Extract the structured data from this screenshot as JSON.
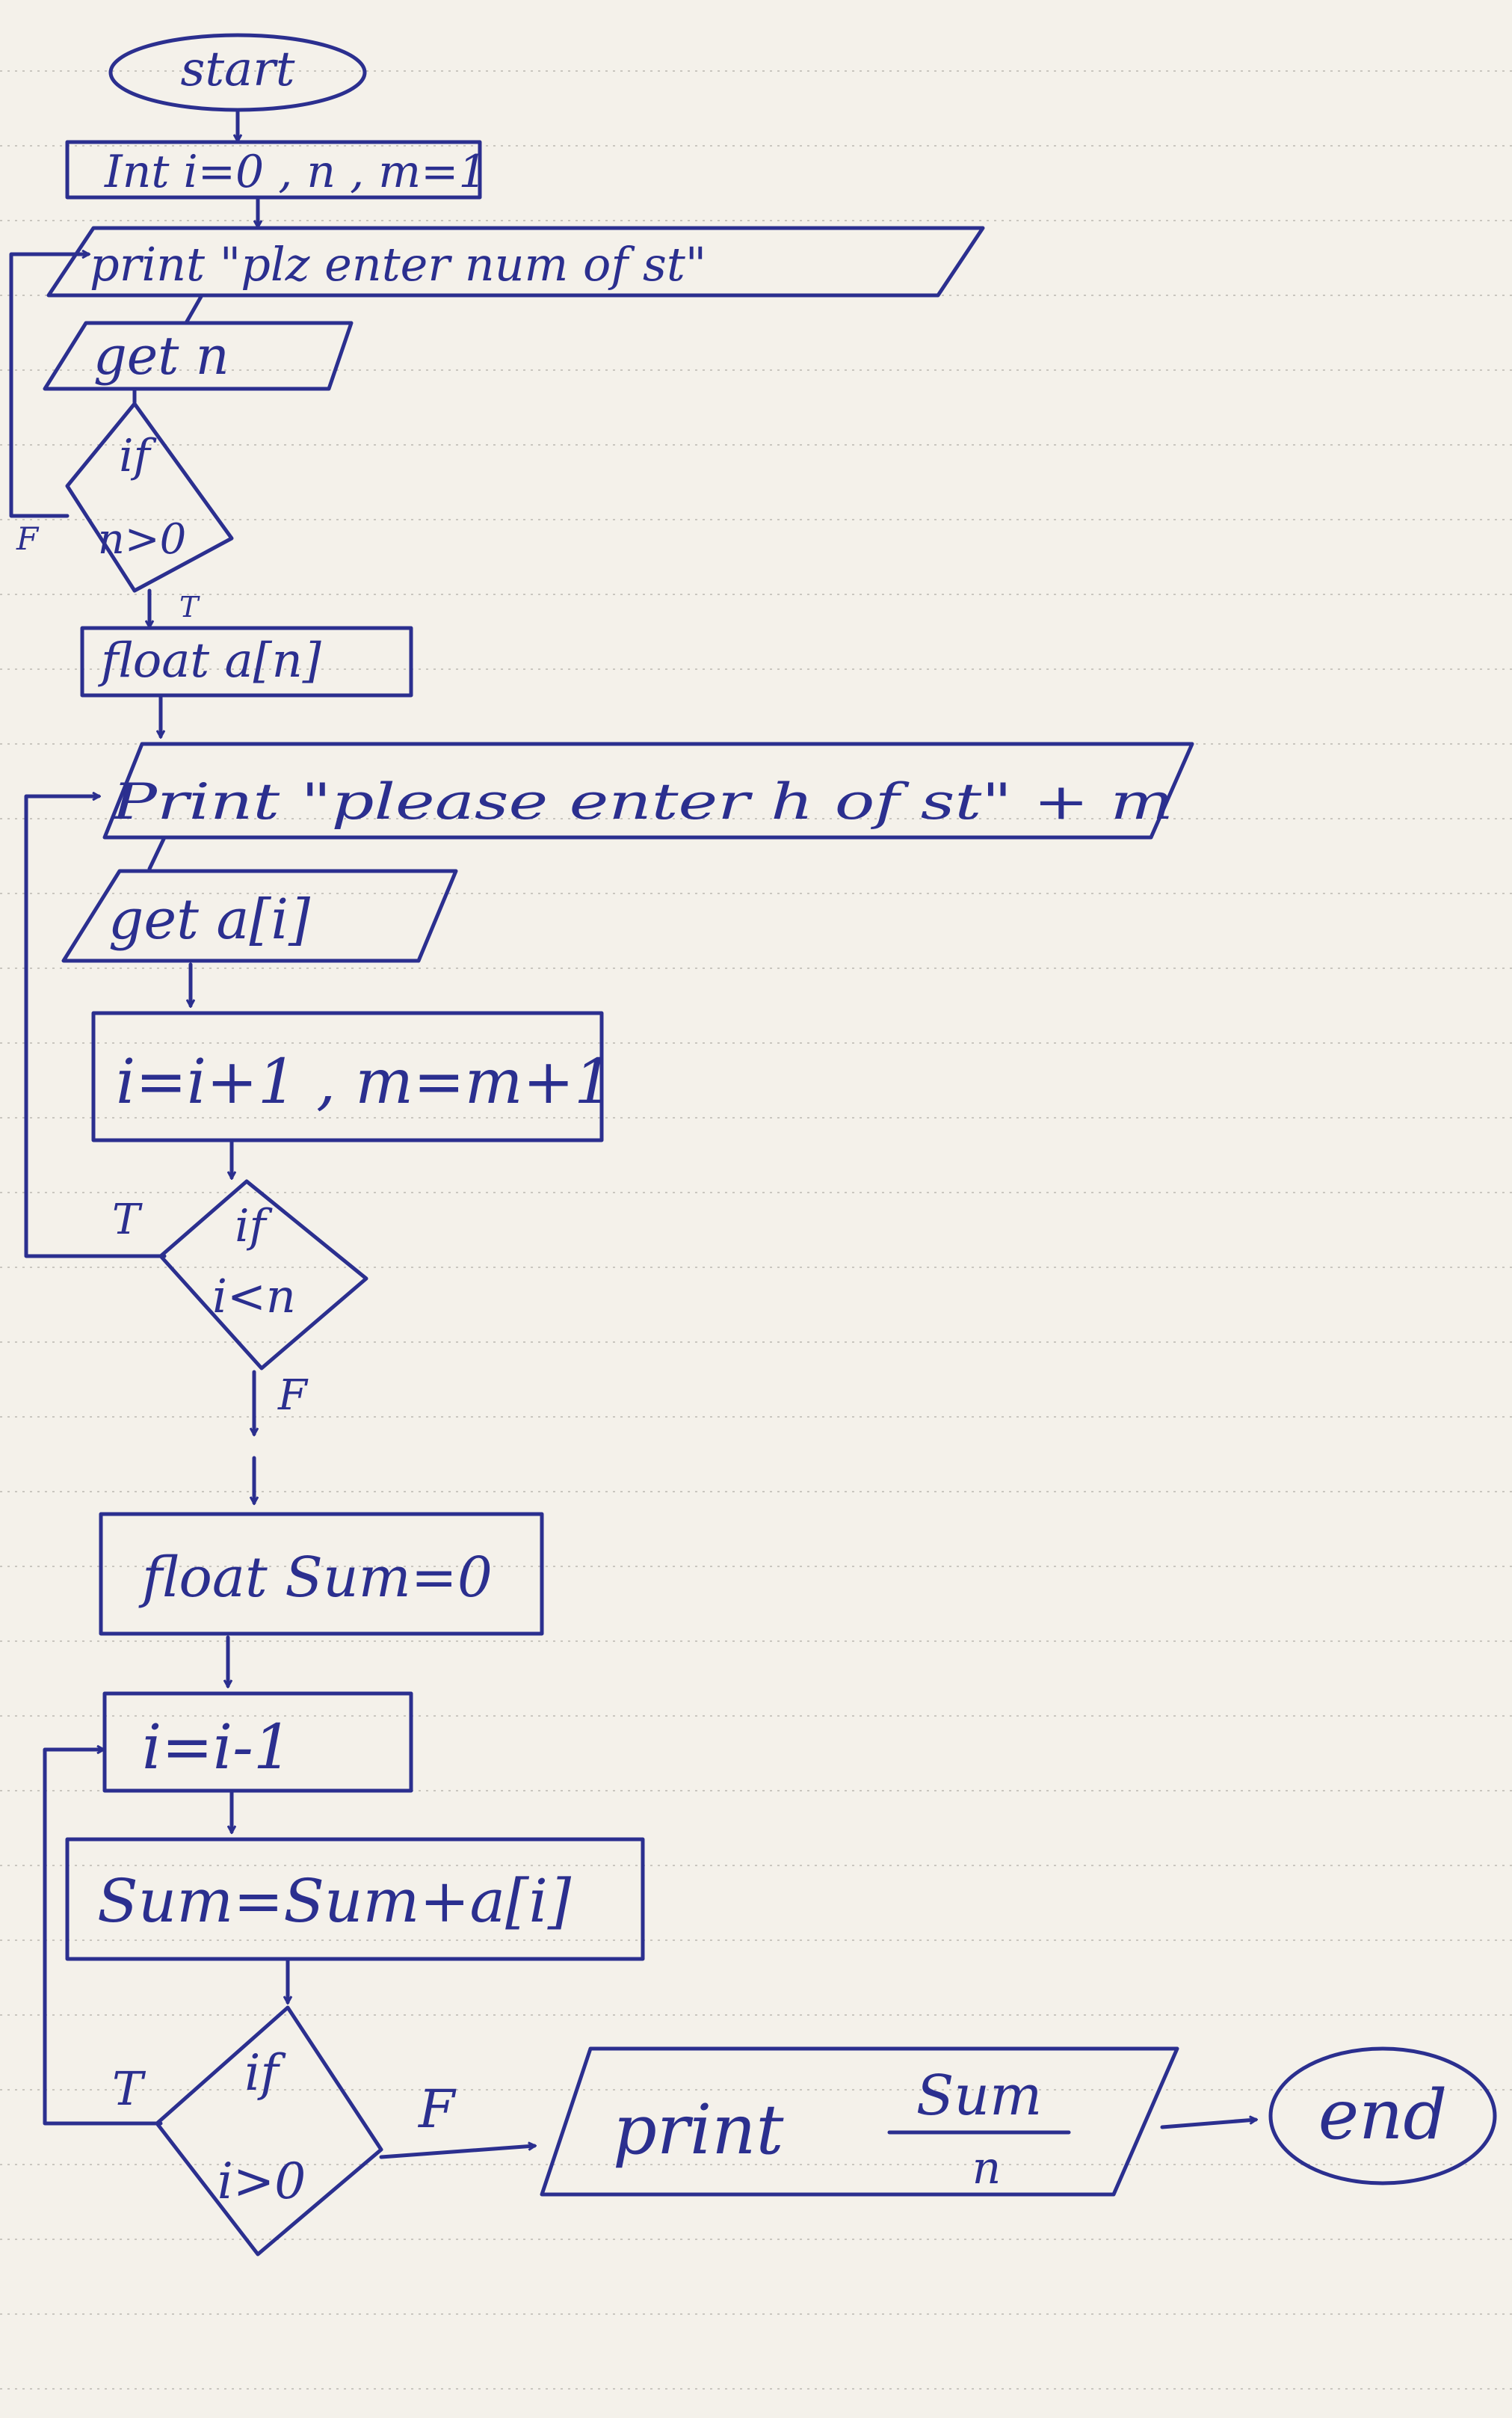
{
  "flowchart": {
    "start": "start",
    "init": "Int  i=0 , n , m=1",
    "prompt_count": "print \"plz enter num of st\"",
    "get_count": "get n",
    "decision1_if": "if",
    "decision1_cond": "n>0",
    "decision1_true": "T",
    "decision1_false": "F",
    "declare_array": "float a[n]",
    "prompt_grade": "Print \"please enter h of st\" + m",
    "get_grade": "get a[i]",
    "increment": "i=i+1 , m=m+1",
    "decision2_if": "if",
    "decision2_cond": "i<n",
    "decision2_true": "T",
    "decision2_false": "F",
    "declare_sum": "float Sum=0",
    "decrement": "i=i-1",
    "accumulate": "Sum=Sum+a[i]",
    "decision3_if": "if",
    "decision3_cond": "i>0",
    "decision3_true": "T",
    "decision3_false": "F",
    "output_numerator": "Sum",
    "output_print": "print",
    "output_denominator": "n",
    "end": "end"
  },
  "colors": {
    "ink": "#2b2f8f",
    "paper": "#f4f1ea",
    "rule": "#c9c6bf"
  }
}
